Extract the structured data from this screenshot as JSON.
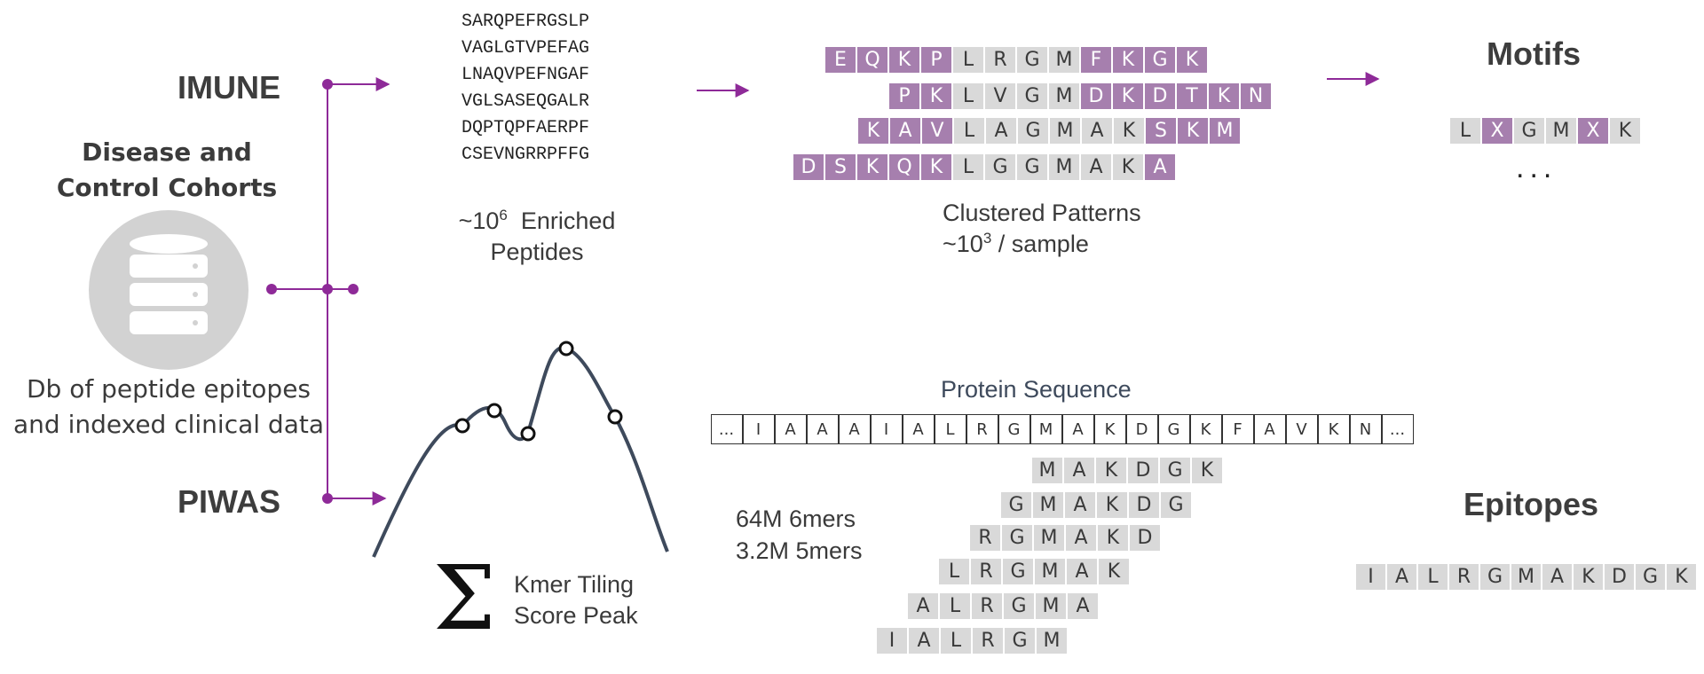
{
  "imune_label": "IMUNE",
  "piwas_label": "PIWAS",
  "cohorts_title": "Disease and Control Cohorts",
  "db_description": "Db of peptide epitopes and indexed clinical data",
  "enriched_peptides": [
    "SARQPEFRGSLP",
    "VAGLGTVPEFAG",
    "LNAQVPEFNGAF",
    "VGLSASEQGALR",
    "DQPTQPFAERPF",
    "CSEVNGRRPFFG"
  ],
  "enriched_caption": {
    "prefix": "~10",
    "exponent": "6",
    "suffix": "Enriched",
    "line2": "Peptides"
  },
  "cluster_rows": [
    {
      "letters": "EQKPLRGMFKGK",
      "highlight": "111100001111"
    },
    {
      "letters": "PKLVGMDKDTKN",
      "highlight": "110000111111"
    },
    {
      "letters": "KAVLAGMAKSKM",
      "highlight": "111000000111"
    },
    {
      "letters": "DSKQKLGGMAKA",
      "highlight": "111110000001"
    }
  ],
  "cluster_caption": {
    "line1": "Clustered Patterns",
    "prefix": "~10",
    "exponent": "3",
    "suffix": "/ sample"
  },
  "motifs_title": "Motifs",
  "motif": {
    "letters": "LXGMXK",
    "highlight": "010010"
  },
  "motif_ellipsis": "...",
  "protein_title": "Protein Sequence",
  "protein_sequence": [
    "...",
    "I",
    "A",
    "A",
    "A",
    "I",
    "A",
    "L",
    "R",
    "G",
    "M",
    "A",
    "K",
    "D",
    "G",
    "K",
    "F",
    "A",
    "V",
    "K",
    "N",
    "..."
  ],
  "kmers": [
    "MAKDGK",
    "GMAKDG",
    "RGMAKD",
    "LRGMAK",
    "ALRGMA",
    "IALRGM"
  ],
  "kmer_counts": [
    "64M 6mers",
    "3.2M 5mers"
  ],
  "sigma_symbol": "Σ",
  "tiling_caption": [
    "Kmer Tiling",
    "Score Peak"
  ],
  "epitopes_title": "Epitopes",
  "epitope": "IALRGMAKDGK",
  "colors": {
    "purple": "#8e2a98",
    "cell_purple": "#a67fae",
    "cell_grey": "#d9d9d9",
    "curve": "#3e4a5c",
    "db_icon": "#d2d2d2"
  }
}
